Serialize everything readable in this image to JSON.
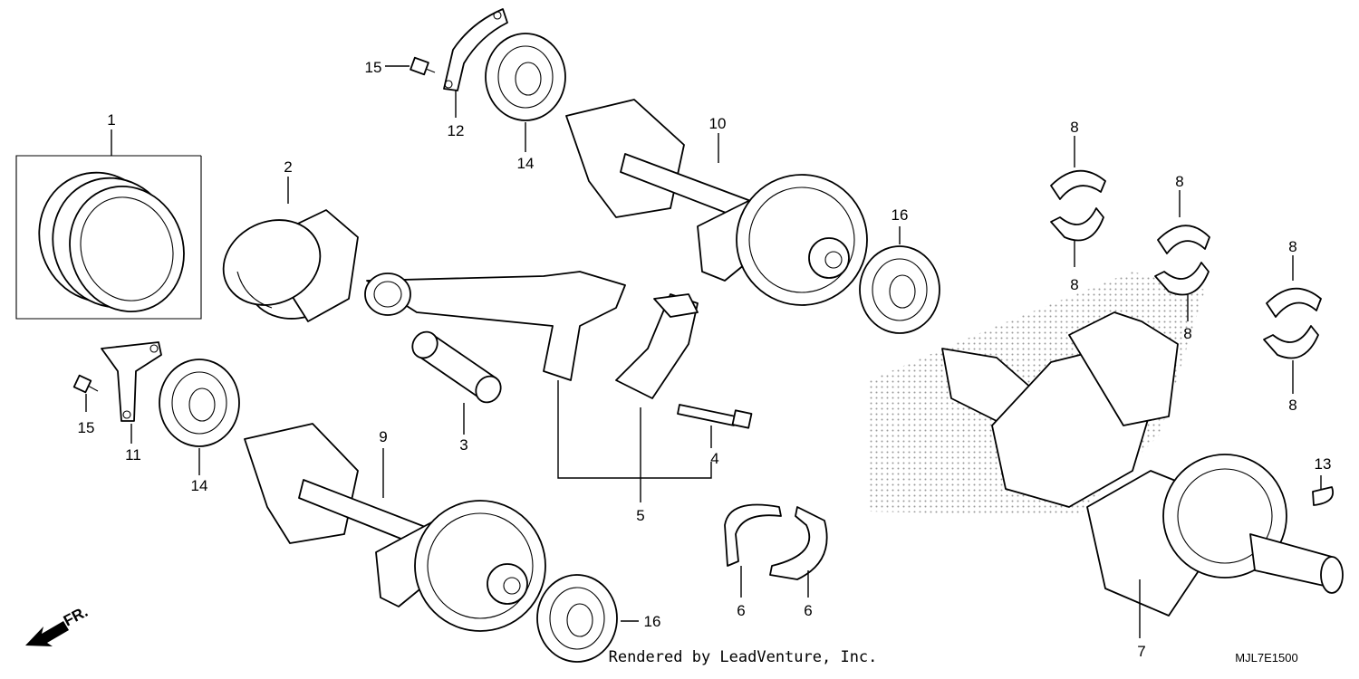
{
  "callouts": {
    "c1": "1",
    "c2": "2",
    "c3": "3",
    "c4": "4",
    "c5": "5",
    "c6a": "6",
    "c6b": "6",
    "c7": "7",
    "c8a": "8",
    "c8b": "8",
    "c8c": "8",
    "c8d": "8",
    "c8e": "8",
    "c8f": "8",
    "c9": "9",
    "c10": "10",
    "c11": "11",
    "c12": "12",
    "c13": "13",
    "c14a": "14",
    "c14b": "14",
    "c15a": "15",
    "c15b": "15",
    "c16a": "16",
    "c16b": "16"
  },
  "direction": "FR.",
  "footer": {
    "credit": "Rendered by LeadVenture, Inc.",
    "code": "MJL7E1500"
  }
}
